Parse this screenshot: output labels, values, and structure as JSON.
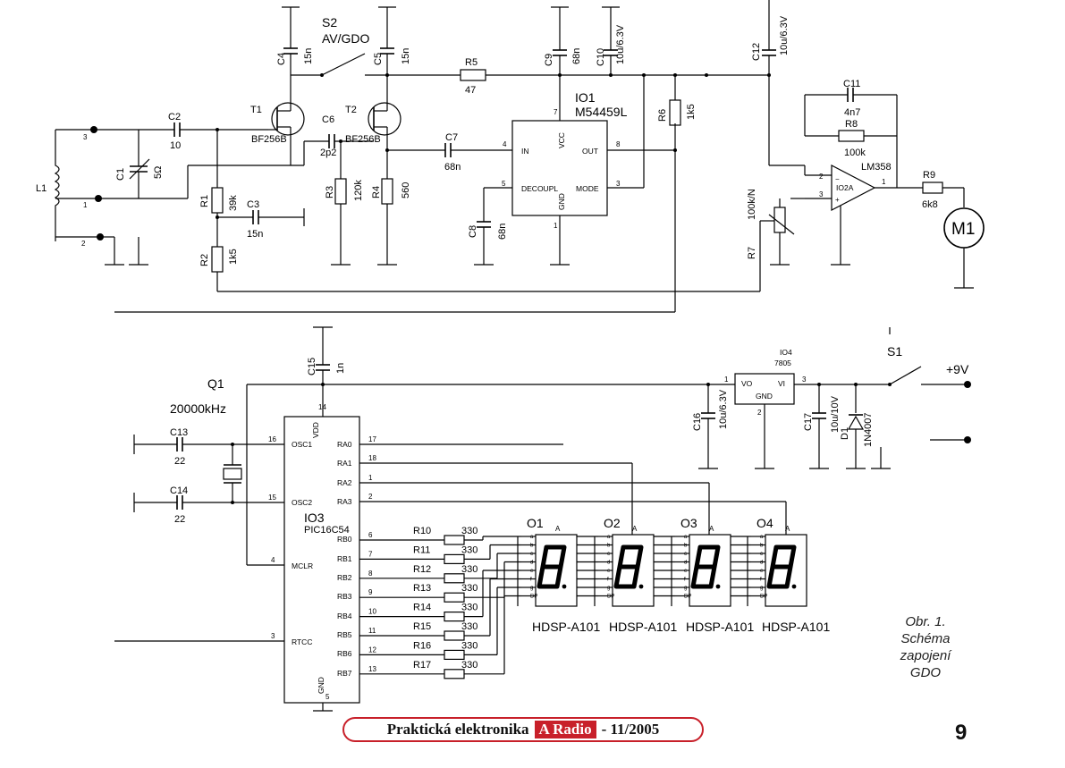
{
  "components": {
    "C1": {
      "ref": "C1",
      "value": "5Ω"
    },
    "C2": {
      "ref": "C2",
      "value": "10"
    },
    "C3": {
      "ref": "C3",
      "value": "15n"
    },
    "C4": {
      "ref": "C4",
      "value": "15n"
    },
    "C5": {
      "ref": "C5",
      "value": "15n"
    },
    "C6": {
      "ref": "C6",
      "value": "2p2"
    },
    "C7": {
      "ref": "C7",
      "value": "68n"
    },
    "C8": {
      "ref": "C8",
      "value": "68n"
    },
    "C9": {
      "ref": "C9",
      "value": "68n"
    },
    "C10": {
      "ref": "C10",
      "value": "10u/6.3V"
    },
    "C11": {
      "ref": "C11",
      "value": "4n7"
    },
    "C12": {
      "ref": "C12",
      "value": "10u/6.3V"
    },
    "C13": {
      "ref": "C13",
      "value": "22"
    },
    "C14": {
      "ref": "C14",
      "value": "22"
    },
    "C15": {
      "ref": "C15",
      "value": "1n"
    },
    "C16": {
      "ref": "C16",
      "value": "10u/6.3V"
    },
    "C17": {
      "ref": "C17",
      "value": "10u/10V"
    },
    "R1": {
      "ref": "R1",
      "value": "39k"
    },
    "R2": {
      "ref": "R2",
      "value": "1k5"
    },
    "R3": {
      "ref": "R3",
      "value": "120k"
    },
    "R4": {
      "ref": "R4",
      "value": "560"
    },
    "R5": {
      "ref": "R5",
      "value": "47"
    },
    "R6": {
      "ref": "R6",
      "value": "1k5"
    },
    "R7": {
      "ref": "R7",
      "value": "100k/N"
    },
    "R8": {
      "ref": "R8",
      "value": "100k"
    },
    "R9": {
      "ref": "R9",
      "value": "6k8"
    },
    "L1": {
      "ref": "L1"
    },
    "T1": {
      "ref": "T1",
      "value": "BF256B"
    },
    "T2": {
      "ref": "T2",
      "value": "BF256B"
    },
    "S1": {
      "ref": "S1"
    },
    "S2": {
      "ref": "S2",
      "value": "AV/GDO"
    },
    "Q1": {
      "ref": "Q1",
      "value": "20000kHz"
    },
    "D1": {
      "ref": "D1",
      "value": "1N4007"
    },
    "M1": {
      "ref": "M1"
    },
    "IO1": {
      "ref": "IO1",
      "value": "M54459L",
      "pins": {
        "in": "IN",
        "vcc": "VCC",
        "out": "OUT",
        "decoupl": "DECOUPL",
        "gnd": "GND",
        "mode": "MODE"
      }
    },
    "IO2": {
      "ref": "IO2A",
      "value": "LM358"
    },
    "IO3": {
      "ref": "IO3",
      "value": "PIC16C54",
      "left_pins": [
        "OSC1",
        "OSC2",
        "MCLR",
        "RTCC"
      ],
      "right_pins": [
        "RA0",
        "RA1",
        "RA2",
        "RA3",
        "RB0",
        "RB1",
        "RB2",
        "RB3",
        "RB4",
        "RB5",
        "RB6",
        "RB7"
      ],
      "vdd": "VDD",
      "gnd": "GND"
    },
    "IO4": {
      "ref": "IO4",
      "value": "7805",
      "pins": {
        "vo": "VO",
        "vi": "VI",
        "gnd": "GND"
      }
    }
  },
  "series_resistors": [
    {
      "ref": "R10",
      "value": "330"
    },
    {
      "ref": "R11",
      "value": "330"
    },
    {
      "ref": "R12",
      "value": "330"
    },
    {
      "ref": "R13",
      "value": "330"
    },
    {
      "ref": "R14",
      "value": "330"
    },
    {
      "ref": "R15",
      "value": "330"
    },
    {
      "ref": "R16",
      "value": "330"
    },
    {
      "ref": "R17",
      "value": "330"
    }
  ],
  "displays": [
    {
      "ref": "O1",
      "part": "HDSP-A101"
    },
    {
      "ref": "O2",
      "part": "HDSP-A101"
    },
    {
      "ref": "O3",
      "part": "HDSP-A101"
    },
    {
      "ref": "O4",
      "part": "HDSP-A101"
    }
  ],
  "supply_label": "+9V",
  "caption": {
    "line1": "Obr. 1.",
    "line2": "Schéma",
    "line3": "zapojení",
    "line4": "GDO"
  },
  "footer": {
    "left": "Praktická elektronika",
    "accent": "A Radio",
    "right": "- 11/2005"
  },
  "page_number": "9",
  "colors": {
    "accent": "#c8202a",
    "ink": "#000000"
  }
}
